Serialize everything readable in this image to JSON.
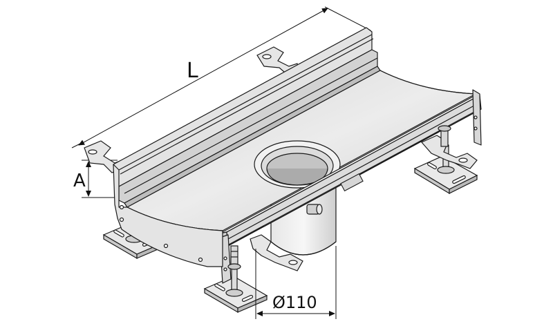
{
  "labels": {
    "length": "L",
    "height": "A",
    "diameter": "Ø110"
  },
  "colors": {
    "line": "#1a1a1a",
    "steel_light": "#e9e9e9",
    "steel_mid": "#cfcfcf",
    "steel_dark": "#a9a9a9",
    "pipe_inner": "#bdbdbd",
    "background": "#ffffff"
  }
}
